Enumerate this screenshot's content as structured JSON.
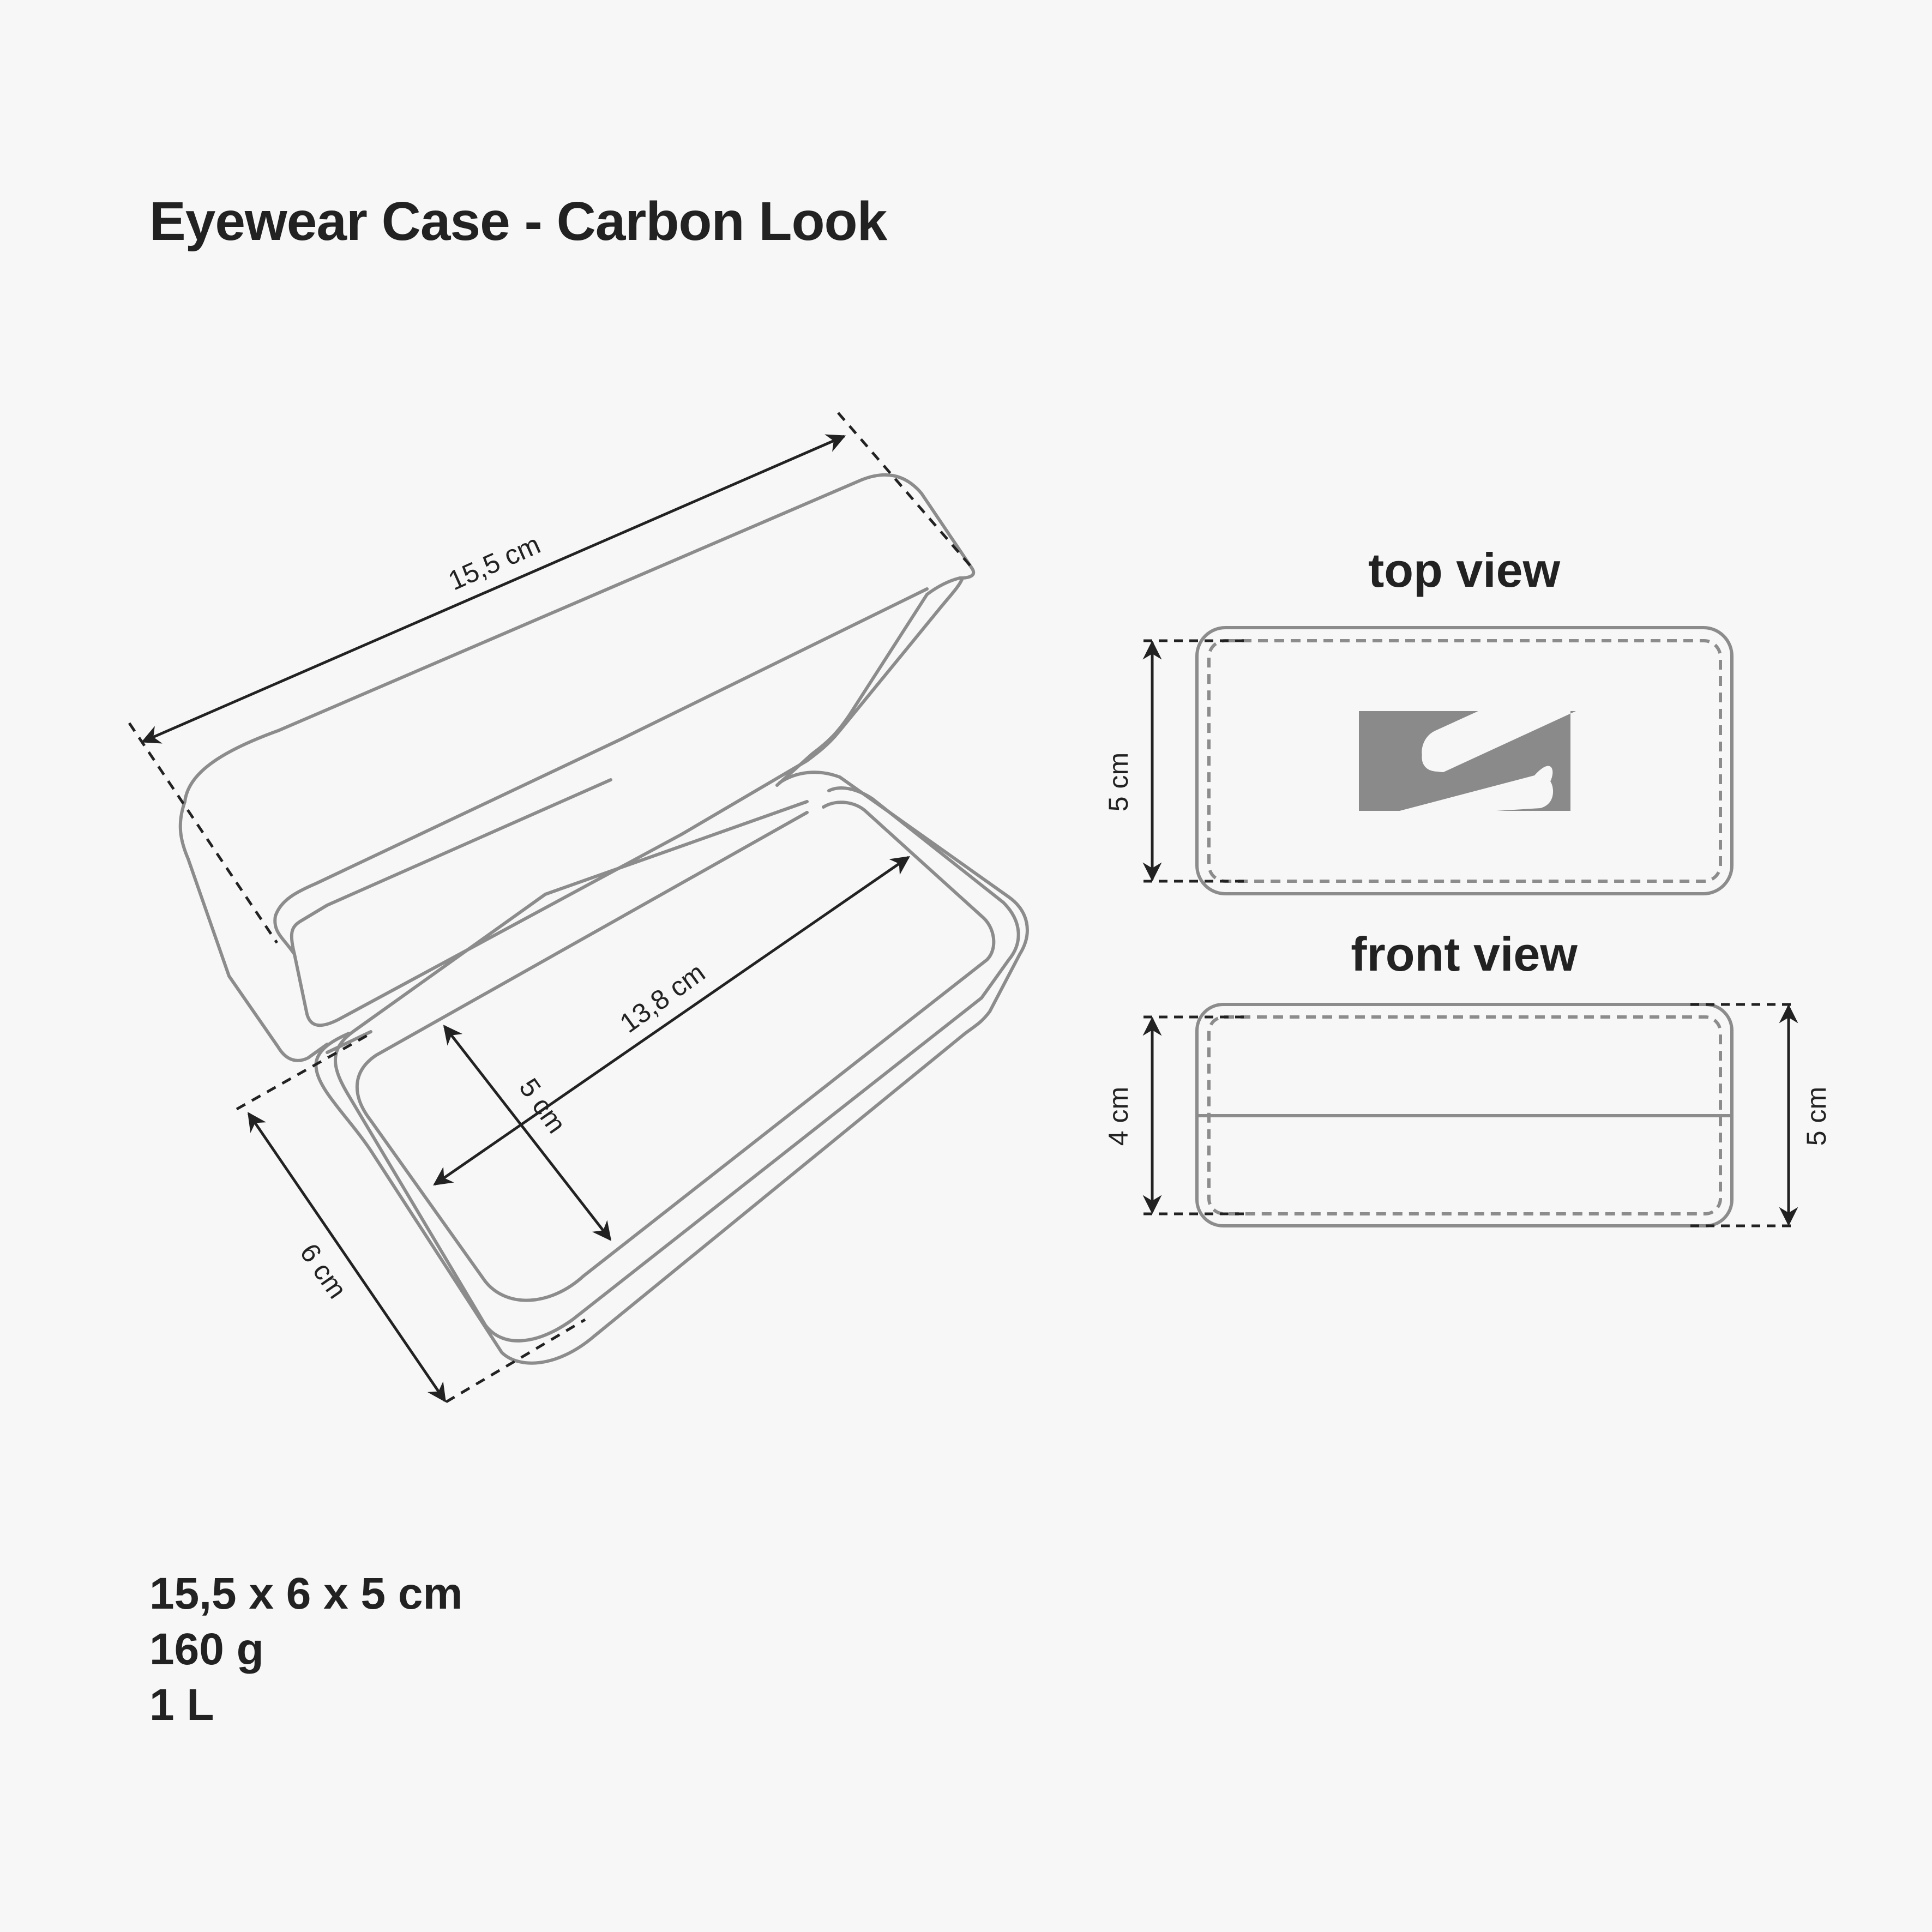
{
  "title": "Eyewear Case - Carbon Look",
  "specs": {
    "dimensions": "15,5 x 6 x 5 cm",
    "weight": "160 g",
    "volume": "1 L"
  },
  "isometric_view": {
    "length_label": "15,5 cm",
    "inner_length_label": "13,8 cm",
    "inner_width_label": "5 cm",
    "width_label": "6 cm"
  },
  "top_view": {
    "heading": "top view",
    "height_label": "5 cm",
    "logo": "brand-s-logo"
  },
  "front_view": {
    "heading": "front view",
    "inner_height_label": "4 cm",
    "outer_height_label": "5 cm"
  },
  "colors": {
    "background": "#f7f7f7",
    "outline": "#8c8c8c",
    "dimension": "#222222",
    "logo": "#8a8a8a"
  }
}
